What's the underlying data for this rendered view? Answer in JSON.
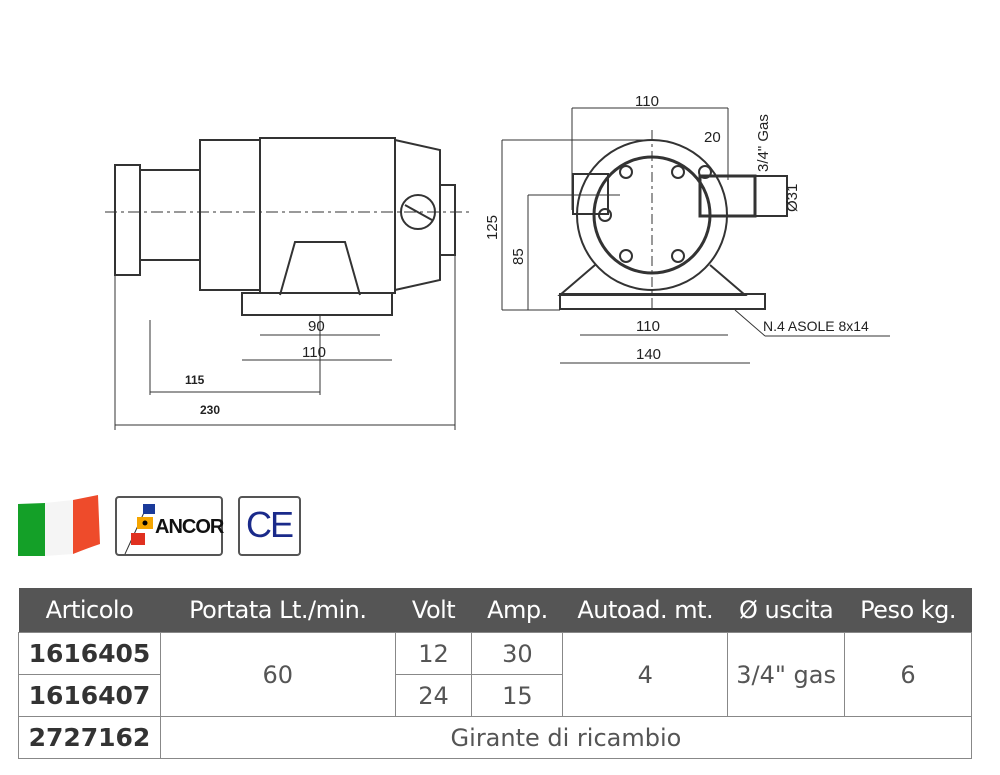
{
  "drawing": {
    "side_view": {
      "dim_90": "90",
      "dim_110": "110",
      "dim_115": "115",
      "dim_230": "230"
    },
    "front_view": {
      "dim_top_110": "110",
      "dim_20": "20",
      "dim_gas": "3/4\" Gas",
      "dim_diam": "Ø31",
      "dim_125": "125",
      "dim_85": "85",
      "dim_bottom_110": "110",
      "dim_140": "140",
      "slots_note": "N.4 ASOLE 8x14"
    }
  },
  "logos": {
    "brand": "ANCOR",
    "ce": "CE"
  },
  "table": {
    "headers": [
      "Articolo",
      "Portata Lt./min.",
      "Volt",
      "Amp.",
      "Autoad. mt.",
      "Ø uscita",
      "Peso kg."
    ],
    "rows": [
      {
        "articolo": "1616405",
        "portata": "60",
        "volt": "12",
        "amp": "30",
        "autoad": "4",
        "uscita": "3/4\" gas",
        "peso": "6"
      },
      {
        "articolo": "1616407",
        "volt": "24",
        "amp": "15"
      },
      {
        "articolo": "2727162",
        "description": "Girante di ricambio"
      }
    ]
  }
}
